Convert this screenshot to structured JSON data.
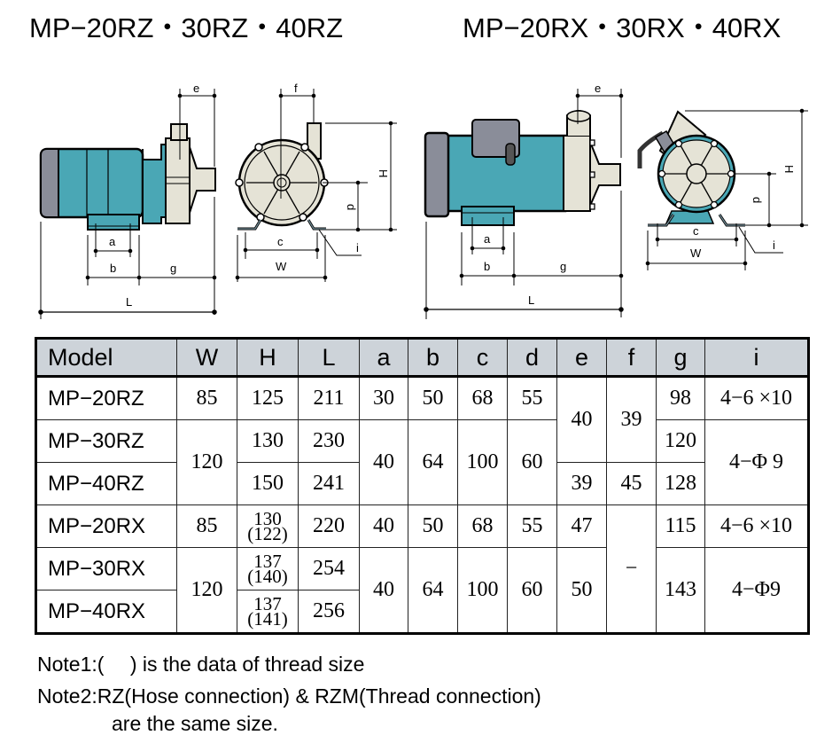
{
  "titles": {
    "rz": "MP−20RZ・30RZ・40RZ",
    "rx": "MP−20RX・30RX・40RX"
  },
  "colors": {
    "motor_body": "#4aa7b5",
    "motor_cap": "#8a8d99",
    "pump_head": "#e5e3d6",
    "header_bg": "#cdd3d9",
    "outline": "#000000"
  },
  "diagram_labels": {
    "rz_side": {
      "e": "e",
      "a": "a",
      "b": "b",
      "g": "g",
      "L": "L"
    },
    "rz_front": {
      "f": "f",
      "H": "H",
      "d": "d",
      "c": "c",
      "W": "W",
      "i": "i"
    },
    "rx_side": {
      "e": "e",
      "a": "a",
      "b": "b",
      "g": "g",
      "L": "L"
    },
    "rx_front": {
      "H": "H",
      "d": "d",
      "c": "c",
      "W": "W",
      "i": "i"
    }
  },
  "table": {
    "headers": [
      "Model",
      "W",
      "H",
      "L",
      "a",
      "b",
      "c",
      "d",
      "e",
      "f",
      "g",
      "i"
    ],
    "rows": [
      {
        "model": "MP−20RZ",
        "W": "85",
        "H": "125",
        "L": "211",
        "a": "30",
        "b": "50",
        "c": "68",
        "d": "55",
        "e": "40",
        "f": "39",
        "g": "98",
        "i": "4−6 ×10"
      },
      {
        "model": "MP−30RZ",
        "W": "120",
        "H": "130",
        "L": "230",
        "a": "40",
        "b": "64",
        "c": "100",
        "d": "60",
        "e": "40",
        "f": "39",
        "g": "120",
        "i": "4−Φ 9"
      },
      {
        "model": "MP−40RZ",
        "W": "120",
        "H": "150",
        "L": "241",
        "a": "40",
        "b": "64",
        "c": "100",
        "d": "60",
        "e": "39",
        "f": "45",
        "g": "128",
        "i": "4−Φ 9"
      },
      {
        "model": "MP−20RX",
        "W": "85",
        "H": "130",
        "H_thread": "(122)",
        "L": "220",
        "a": "40",
        "b": "50",
        "c": "68",
        "d": "55",
        "e": "47",
        "f": "−",
        "g": "115",
        "i": "4−6 ×10"
      },
      {
        "model": "MP−30RX",
        "W": "120",
        "H": "137",
        "H_thread": "(140)",
        "L": "254",
        "a": "40",
        "b": "64",
        "c": "100",
        "d": "60",
        "e": "50",
        "f": "−",
        "g": "143",
        "i": "4−Φ9"
      },
      {
        "model": "MP−40RX",
        "W": "120",
        "H": "137",
        "H_thread": "(141)",
        "L": "256",
        "a": "40",
        "b": "64",
        "c": "100",
        "d": "60",
        "e": "50",
        "f": "−",
        "g": "143",
        "i": "4−Φ9"
      }
    ]
  },
  "notes": {
    "note1": "Note1:(　 ) is the data of thread size",
    "note2": "Note2:RZ(Hose connection) & RZM(Thread connection)",
    "note2_cont": "are the same size."
  }
}
